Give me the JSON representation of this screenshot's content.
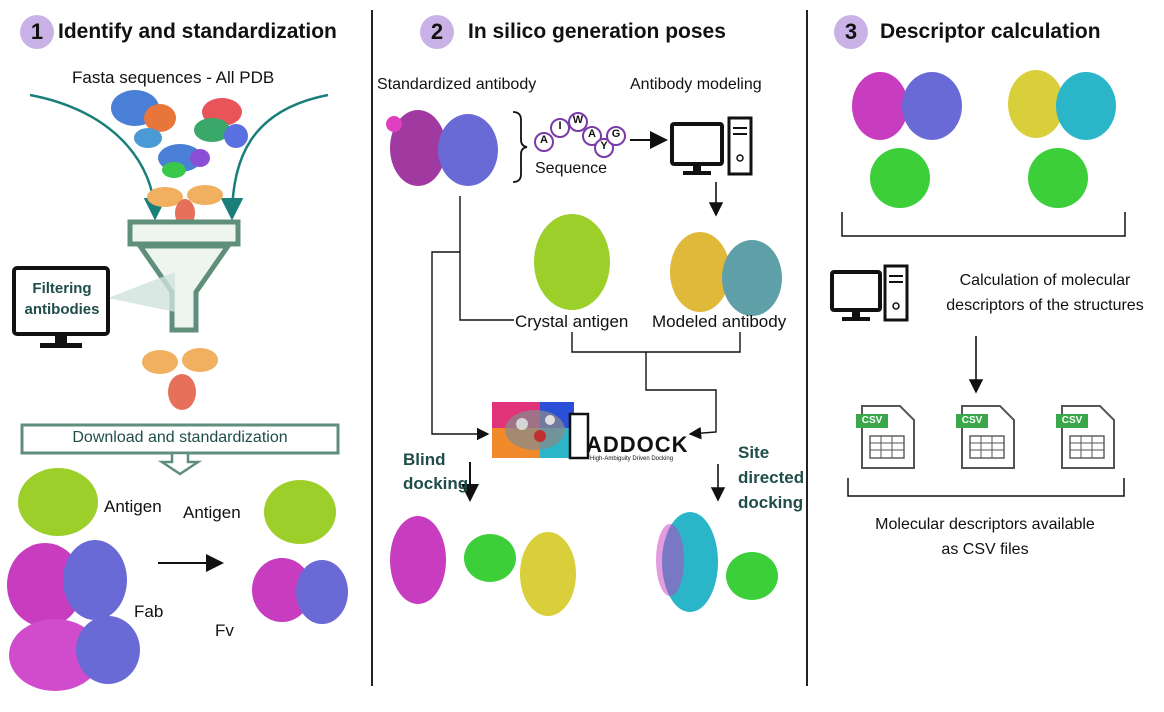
{
  "panel1": {
    "number": "1",
    "title": "Identify and standardization",
    "fasta": "Fasta sequences - All PDB",
    "filter_line1": "Filtering",
    "filter_line2": "antibodies",
    "download": "Download and standardization",
    "antigen_left": "Antigen",
    "antigen_right": "Antigen",
    "fab": "Fab",
    "fv": "Fv"
  },
  "panel2": {
    "number": "2",
    "title": "In silico generation poses",
    "standardized": "Standardized antibody",
    "modeling": "Antibody modeling",
    "sequence": "Sequence",
    "seq_letters": [
      "A",
      "I",
      "W",
      "A",
      "Y",
      "G"
    ],
    "crystal": "Crystal antigen",
    "modeled": "Modeled antibody",
    "haddock_logo": "ADDOCK",
    "haddock_tagline": "High-Ambiguity Driven Docking",
    "blind_line1": "Blind",
    "blind_line2": "docking",
    "site_line1": "Site",
    "site_line2": "directed",
    "site_line3": "docking"
  },
  "panel3": {
    "number": "3",
    "title": "Descriptor calculation",
    "calc_line1": "Calculation of molecular",
    "calc_line2": "descriptors of the structures",
    "csv_label": "CSV",
    "available_line1": "Molecular descriptors available",
    "available_line2": "as CSV files"
  },
  "colors": {
    "badge": "#c9b3e6",
    "teal": "#1a7f7a",
    "dark_teal": "#1f4d4a",
    "funnel": "#5f8f7a",
    "antigen_green": "#9ccf2a",
    "magenta": "#c83cc0",
    "slate_blue": "#6a6ad6",
    "cyan": "#2bb5c9",
    "yellow": "#d9cf3a",
    "bright_green": "#3ccf3a",
    "csv_green": "#3aa84a"
  }
}
